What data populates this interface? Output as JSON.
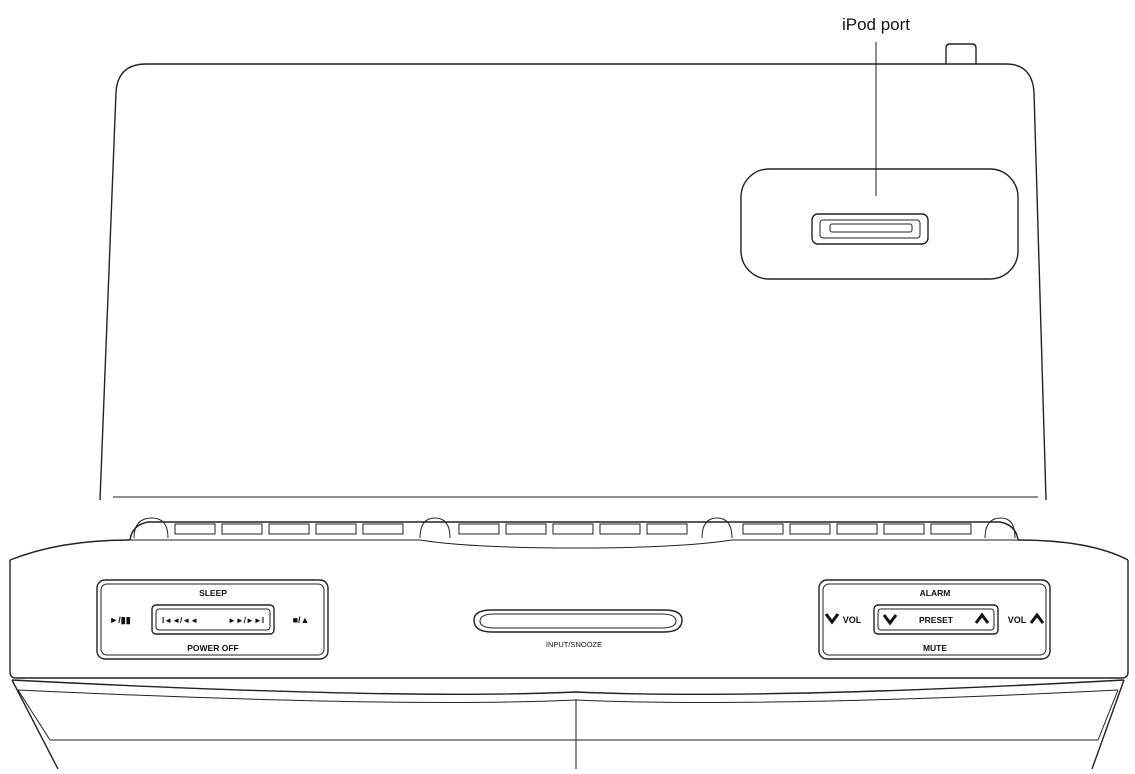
{
  "callout": {
    "ipod_port": "iPod port"
  },
  "left_panel": {
    "sleep": "SLEEP",
    "power_off": "POWER OFF",
    "play_pause": "►/▮▮",
    "skip_back": "I◄◄/◄◄",
    "skip_forward": "►►/►►I",
    "stop_eject": "■/▲"
  },
  "center_panel": {
    "input_snooze": "INPUT/SNOOZE"
  },
  "right_panel": {
    "alarm": "ALARM",
    "mute": "MUTE",
    "preset": "PRESET",
    "vol_down": "VOL",
    "vol_up": "VOL"
  }
}
